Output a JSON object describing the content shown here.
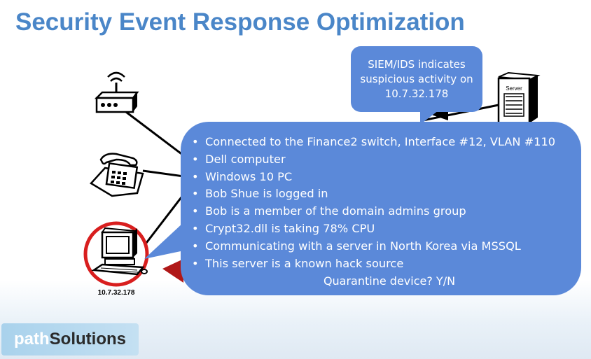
{
  "header": {
    "title": "Security Event Response Optimization"
  },
  "alert_callout": {
    "lines": [
      "SIEM/IDS indicates",
      "suspicious activity on",
      "10.7.32.178"
    ]
  },
  "server": {
    "label": "Server"
  },
  "device_info": {
    "items": [
      "Connected to the Finance2 switch, Interface #12, VLAN #110",
      "Dell computer",
      "Windows 10 PC",
      "Bob Shue is logged in",
      "Bob is a member of the domain admins group",
      "Crypt32.dll is taking 78% CPU",
      "Communicating with a server in North Korea via MSSQL",
      "This server is a known hack source"
    ],
    "prompt": "Quarantine device? Y/N"
  },
  "computer": {
    "ip": "10.7.32.178"
  },
  "logo": {
    "part1": "path",
    "part2": "Solutions"
  },
  "colors": {
    "title": "#4a86c8",
    "callout": "#5b89d9",
    "highlight_ring": "#d81e1e",
    "logo_bg": "#b6d9ef"
  },
  "icons": [
    "router-icon",
    "phone-icon",
    "computer-icon",
    "server-icon"
  ]
}
